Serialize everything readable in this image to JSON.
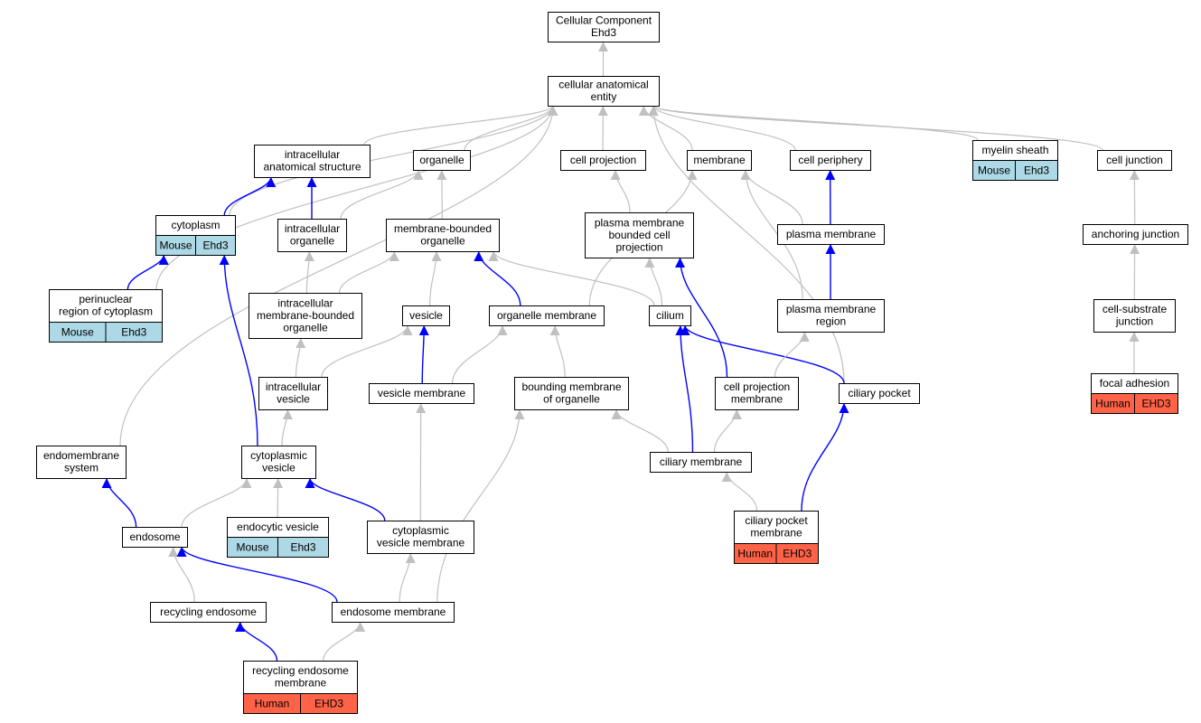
{
  "colors": {
    "mouse": "#add8e6",
    "human": "#ff6347",
    "edge_isa": "#c0c0c0",
    "edge_partof": "#0000ff",
    "node_border": "#000000"
  },
  "nodes": {
    "root": {
      "lines": [
        "Cellular Component",
        "Ehd3"
      ]
    },
    "cae": {
      "lines": [
        "cellular anatomical",
        "entity"
      ]
    },
    "ias": {
      "lines": [
        "intracellular",
        "anatomical structure"
      ]
    },
    "organelle": {
      "lines": [
        "organelle"
      ]
    },
    "cellproj": {
      "lines": [
        "cell projection"
      ]
    },
    "membrane": {
      "lines": [
        "membrane"
      ]
    },
    "cellper": {
      "lines": [
        "cell periphery"
      ]
    },
    "myelin": {
      "lines": [
        "myelin sheath"
      ],
      "species": "Mouse",
      "gene": "Ehd3"
    },
    "celljunc": {
      "lines": [
        "cell junction"
      ]
    },
    "cytoplasm": {
      "lines": [
        "cytoplasm"
      ],
      "species": "Mouse",
      "gene": "Ehd3"
    },
    "intorg": {
      "lines": [
        "intracellular",
        "organelle"
      ]
    },
    "mbo": {
      "lines": [
        "membrane-bounded",
        "organelle"
      ]
    },
    "pmbcp": {
      "lines": [
        "plasma membrane",
        "bounded cell",
        "projection"
      ]
    },
    "pm": {
      "lines": [
        "plasma membrane"
      ]
    },
    "anchjunc": {
      "lines": [
        "anchoring junction"
      ]
    },
    "perinuc": {
      "lines": [
        "perinuclear",
        "region of cytoplasm"
      ],
      "species": "Mouse",
      "gene": "Ehd3"
    },
    "imbo": {
      "lines": [
        "intracellular",
        "membrane-bounded",
        "organelle"
      ]
    },
    "vesicle": {
      "lines": [
        "vesicle"
      ]
    },
    "orgmem": {
      "lines": [
        "organelle membrane"
      ]
    },
    "cilium": {
      "lines": [
        "cilium"
      ]
    },
    "pmr": {
      "lines": [
        "plasma membrane",
        "region"
      ]
    },
    "csj": {
      "lines": [
        "cell-substrate",
        "junction"
      ]
    },
    "intves": {
      "lines": [
        "intracellular",
        "vesicle"
      ]
    },
    "vesmem": {
      "lines": [
        "vesicle membrane"
      ]
    },
    "bmo": {
      "lines": [
        "bounding membrane",
        "of organelle"
      ]
    },
    "cpm": {
      "lines": [
        "cell projection",
        "membrane"
      ]
    },
    "cilpocket": {
      "lines": [
        "ciliary pocket"
      ]
    },
    "focal": {
      "lines": [
        "focal adhesion"
      ],
      "species": "Human",
      "gene": "EHD3"
    },
    "endosys": {
      "lines": [
        "endomembrane",
        "system"
      ]
    },
    "cytves": {
      "lines": [
        "cytoplasmic",
        "vesicle"
      ]
    },
    "cilmem": {
      "lines": [
        "ciliary membrane"
      ]
    },
    "endosome": {
      "lines": [
        "endosome"
      ]
    },
    "endoves": {
      "lines": [
        "endocytic vesicle"
      ],
      "species": "Mouse",
      "gene": "Ehd3"
    },
    "cvm": {
      "lines": [
        "cytoplasmic",
        "vesicle membrane"
      ]
    },
    "cpmem": {
      "lines": [
        "ciliary pocket",
        "membrane"
      ],
      "species": "Human",
      "gene": "EHD3"
    },
    "recend": {
      "lines": [
        "recycling endosome"
      ]
    },
    "endomem": {
      "lines": [
        "endosome membrane"
      ]
    },
    "rem": {
      "lines": [
        "recycling endosome",
        "membrane"
      ],
      "species": "Human",
      "gene": "EHD3"
    }
  },
  "edges": [
    [
      "cae",
      "root",
      "is_a"
    ],
    [
      "ias",
      "cae",
      "is_a"
    ],
    [
      "organelle",
      "cae",
      "is_a"
    ],
    [
      "cellproj",
      "cae",
      "is_a"
    ],
    [
      "membrane",
      "cae",
      "is_a"
    ],
    [
      "cellper",
      "cae",
      "is_a"
    ],
    [
      "myelin",
      "cae",
      "is_a"
    ],
    [
      "celljunc",
      "cae",
      "is_a"
    ],
    [
      "cytoplasm",
      "cae",
      "is_a"
    ],
    [
      "perinuc",
      "cae",
      "is_a"
    ],
    [
      "endosys",
      "cae",
      "is_a"
    ],
    [
      "cilpocket",
      "cae",
      "is_a"
    ],
    [
      "cytoplasm",
      "ias",
      "part_of"
    ],
    [
      "intorg",
      "ias",
      "part_of"
    ],
    [
      "intorg",
      "organelle",
      "is_a"
    ],
    [
      "mbo",
      "organelle",
      "is_a"
    ],
    [
      "pmbcp",
      "cellproj",
      "is_a"
    ],
    [
      "pm",
      "cellper",
      "part_of"
    ],
    [
      "pm",
      "membrane",
      "is_a"
    ],
    [
      "pmr",
      "pm",
      "part_of"
    ],
    [
      "pmr",
      "membrane",
      "is_a"
    ],
    [
      "orgmem",
      "membrane",
      "is_a"
    ],
    [
      "anchjunc",
      "celljunc",
      "is_a"
    ],
    [
      "csj",
      "anchjunc",
      "is_a"
    ],
    [
      "focal",
      "csj",
      "is_a"
    ],
    [
      "perinuc",
      "cytoplasm",
      "part_of"
    ],
    [
      "imbo",
      "intorg",
      "is_a"
    ],
    [
      "imbo",
      "mbo",
      "is_a"
    ],
    [
      "vesicle",
      "mbo",
      "is_a"
    ],
    [
      "orgmem",
      "mbo",
      "part_of"
    ],
    [
      "cilium",
      "mbo",
      "is_a"
    ],
    [
      "cilium",
      "pmbcp",
      "is_a"
    ],
    [
      "cpm",
      "pmbcp",
      "part_of"
    ],
    [
      "intves",
      "imbo",
      "is_a"
    ],
    [
      "intves",
      "vesicle",
      "is_a"
    ],
    [
      "vesmem",
      "vesicle",
      "part_of"
    ],
    [
      "vesmem",
      "orgmem",
      "is_a"
    ],
    [
      "bmo",
      "orgmem",
      "is_a"
    ],
    [
      "cilmem",
      "cilium",
      "part_of"
    ],
    [
      "cilpocket",
      "cilium",
      "part_of"
    ],
    [
      "cpm",
      "pmr",
      "is_a"
    ],
    [
      "cilmem",
      "bmo",
      "is_a"
    ],
    [
      "cilmem",
      "cpm",
      "is_a"
    ],
    [
      "cytves",
      "intves",
      "is_a"
    ],
    [
      "cytves",
      "cytoplasm",
      "part_of"
    ],
    [
      "cvm",
      "vesmem",
      "is_a"
    ],
    [
      "cvm",
      "cytves",
      "part_of"
    ],
    [
      "endomem",
      "bmo",
      "is_a"
    ],
    [
      "endosome",
      "endosys",
      "part_of"
    ],
    [
      "endosome",
      "cytves",
      "is_a"
    ],
    [
      "endoves",
      "cytves",
      "is_a"
    ],
    [
      "cpmem",
      "cilmem",
      "is_a"
    ],
    [
      "cpmem",
      "cilpocket",
      "part_of"
    ],
    [
      "recend",
      "endosome",
      "is_a"
    ],
    [
      "endomem",
      "endosome",
      "part_of"
    ],
    [
      "endomem",
      "cvm",
      "is_a"
    ],
    [
      "rem",
      "recend",
      "part_of"
    ],
    [
      "rem",
      "endomem",
      "is_a"
    ]
  ]
}
